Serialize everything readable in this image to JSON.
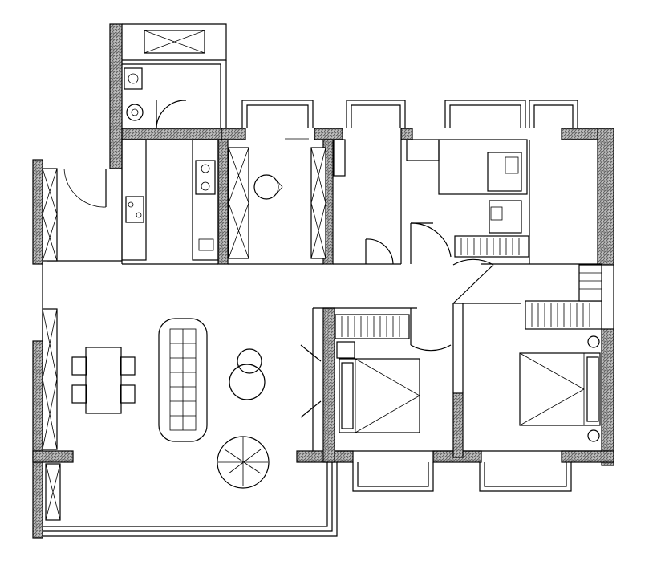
{
  "drawing": {
    "kind": "apartment-floor-plan",
    "line_color": "#000000",
    "background_color": "#ffffff",
    "rooms": [
      "kitchen",
      "dining-room",
      "living-room",
      "study",
      "bathroom",
      "bedroom-1",
      "bedroom-2",
      "master-bedroom",
      "balcony",
      "utility-room"
    ],
    "furniture": [
      "dining-table",
      "sofa",
      "round-coffee-table",
      "lounge-chair",
      "double-bed",
      "wardrobe",
      "desk",
      "stove",
      "sink",
      "toilet"
    ]
  }
}
